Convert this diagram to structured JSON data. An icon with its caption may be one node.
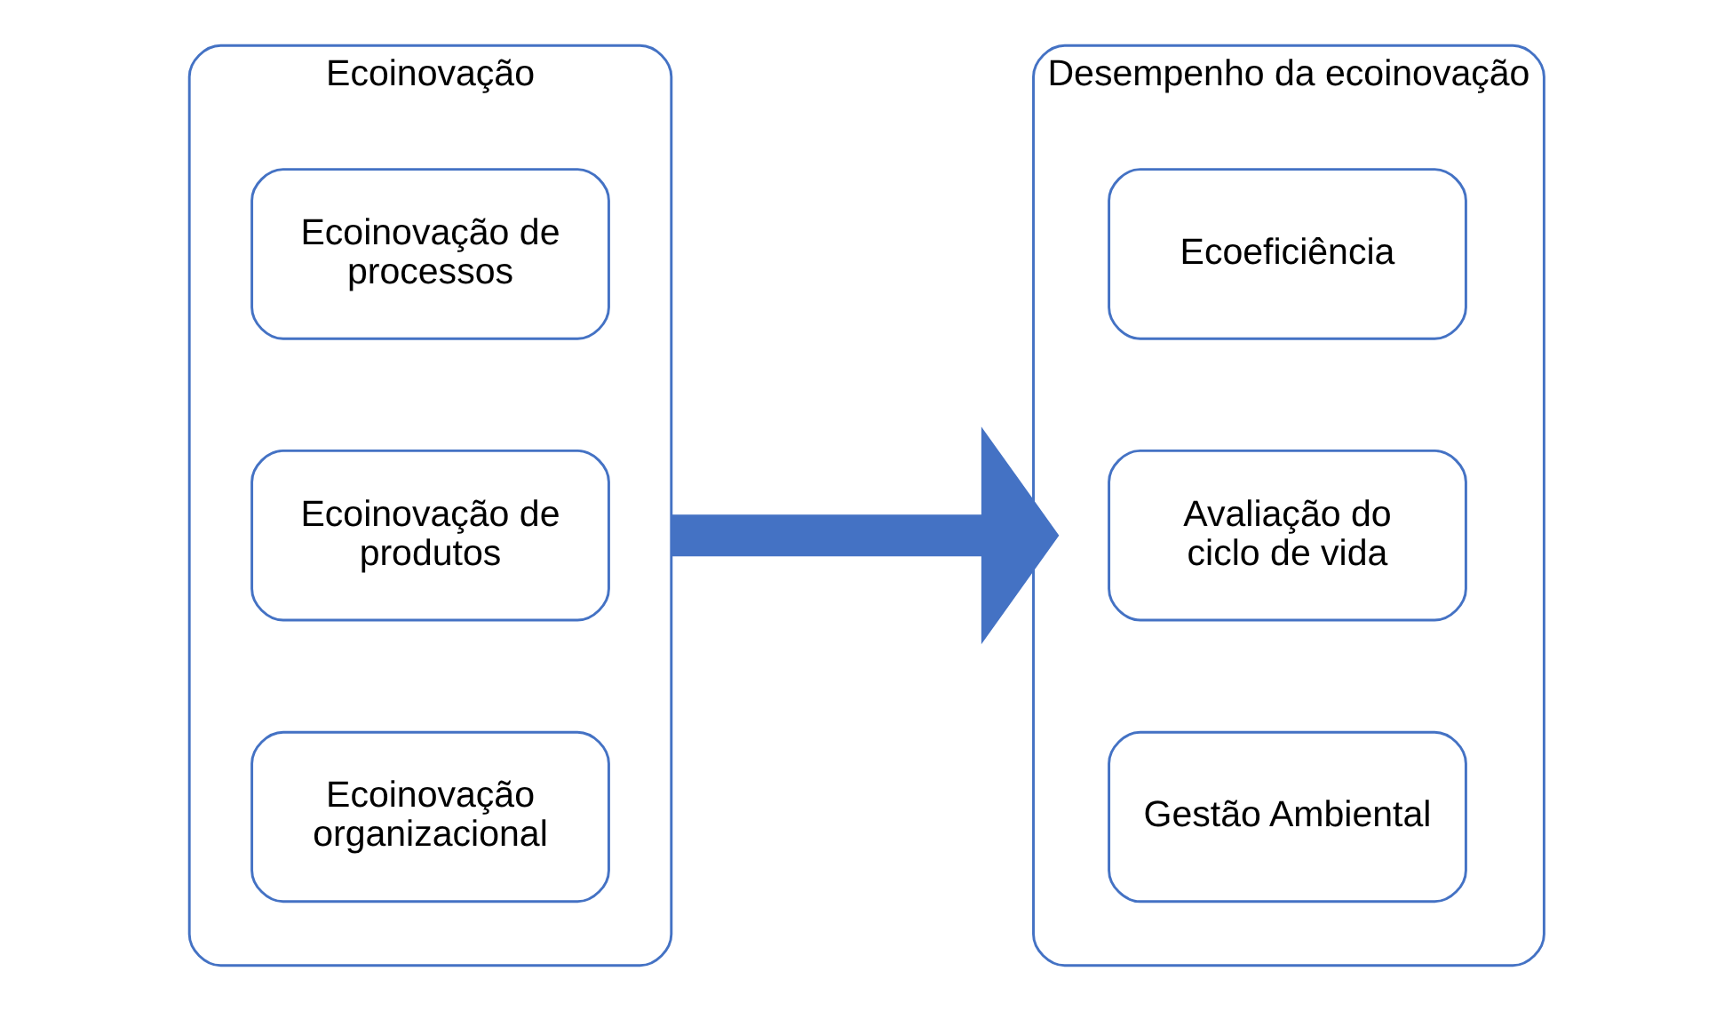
{
  "diagram": {
    "nodes": [
      {
        "text": [
          "Ecoinovação"
        ]
      },
      {
        "text": [
          "Ecoinovação de processos"
        ],
        "in": 0
      },
      {
        "text": [
          "Ecoinovação de produtos"
        ],
        "in": 0
      },
      {
        "text": [
          "Ecoinovação organizacional"
        ],
        "in": 0
      },
      {
        "text": [
          "Desempenho da ecoinovação"
        ]
      },
      {
        "text": [
          "Ecoeficiência"
        ],
        "in": 4
      },
      {
        "text": [
          "Avaliação do ciclo de vida"
        ],
        "in": 4
      },
      {
        "text": [
          "Gestão Ambiental"
        ],
        "in": 4
      }
    ],
    "edges": [
      {
        "from": 0,
        "to": 4,
        "arrow": "to"
      }
    ]
  }
}
